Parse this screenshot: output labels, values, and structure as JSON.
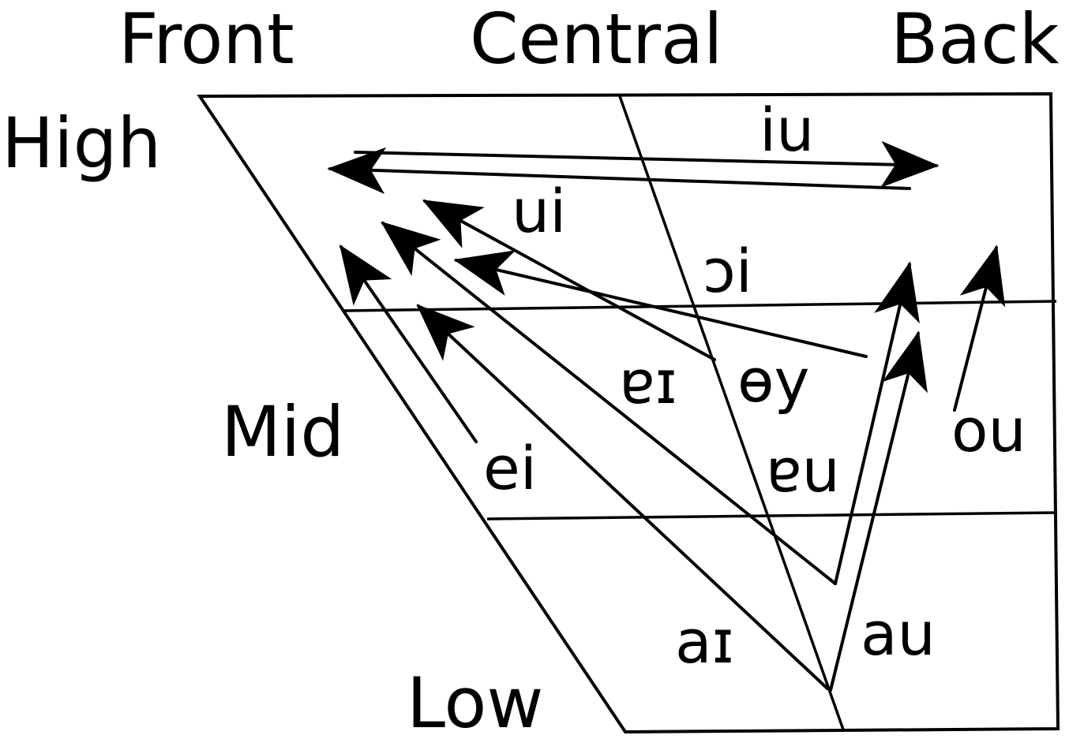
{
  "columns": {
    "front": "Front",
    "central": "Central",
    "back": "Back"
  },
  "rows": {
    "high": "High",
    "mid": "Mid",
    "low": "Low"
  },
  "diphthongs": {
    "iu": "iu",
    "ui": "ui",
    "oi": "ɔi",
    "ia_inv": "ɐɪ",
    "oy_inv": "ɵy",
    "ei": "ei",
    "ua_inv": "ɐu",
    "ou": "ou",
    "ai": "aɪ",
    "au": "au"
  },
  "colors": {
    "ink": "#000000",
    "background": "#ffffff"
  }
}
